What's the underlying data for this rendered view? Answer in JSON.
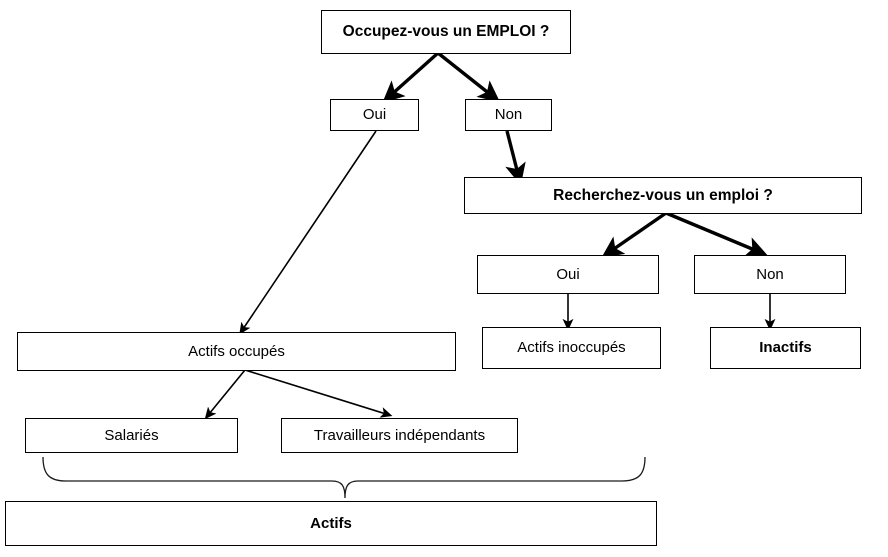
{
  "diagram": {
    "title": "Classification de la population active",
    "language": "fr",
    "background": "#ffffff",
    "line_color": "#000000",
    "box_fill": "#ffffff"
  },
  "nodes": {
    "q_emploi": {
      "label": "Occupez-vous un EMPLOI ?",
      "style": "question-bold"
    },
    "oui_1": {
      "label": "Oui",
      "style": "plain"
    },
    "non_1": {
      "label": "Non",
      "style": "plain"
    },
    "q_recherche": {
      "label": "Recherchez-vous un emploi ?",
      "style": "question-bold"
    },
    "oui_2": {
      "label": "Oui",
      "style": "plain"
    },
    "non_2": {
      "label": "Non",
      "style": "plain"
    },
    "actifs_occupes": {
      "label": "Actifs occupés",
      "style": "plain"
    },
    "actifs_inoccupes": {
      "label": "Actifs inoccupés",
      "style": "plain"
    },
    "inactifs": {
      "label": "Inactifs",
      "style": "bold"
    },
    "salaries": {
      "label": "Salariés",
      "style": "plain"
    },
    "travailleurs": {
      "label": "Travailleurs indépendants",
      "style": "plain"
    },
    "actifs": {
      "label": "Actifs",
      "style": "bold"
    }
  },
  "edges": [
    {
      "from": "q_emploi",
      "to": "oui_1",
      "kind": "arrow"
    },
    {
      "from": "q_emploi",
      "to": "non_1",
      "kind": "arrow"
    },
    {
      "from": "oui_1",
      "to": "actifs_occupes",
      "kind": "arrow"
    },
    {
      "from": "non_1",
      "to": "q_recherche",
      "kind": "arrow"
    },
    {
      "from": "q_recherche",
      "to": "oui_2",
      "kind": "arrow"
    },
    {
      "from": "q_recherche",
      "to": "non_2",
      "kind": "arrow"
    },
    {
      "from": "oui_2",
      "to": "actifs_inoccupes",
      "kind": "arrow"
    },
    {
      "from": "non_2",
      "to": "inactifs",
      "kind": "arrow"
    },
    {
      "from": "actifs_occupes",
      "to": "salaries",
      "kind": "arrow"
    },
    {
      "from": "actifs_occupes",
      "to": "travailleurs",
      "kind": "arrow"
    },
    {
      "from": "salaries+travailleurs",
      "to": "actifs",
      "kind": "brace"
    }
  ]
}
